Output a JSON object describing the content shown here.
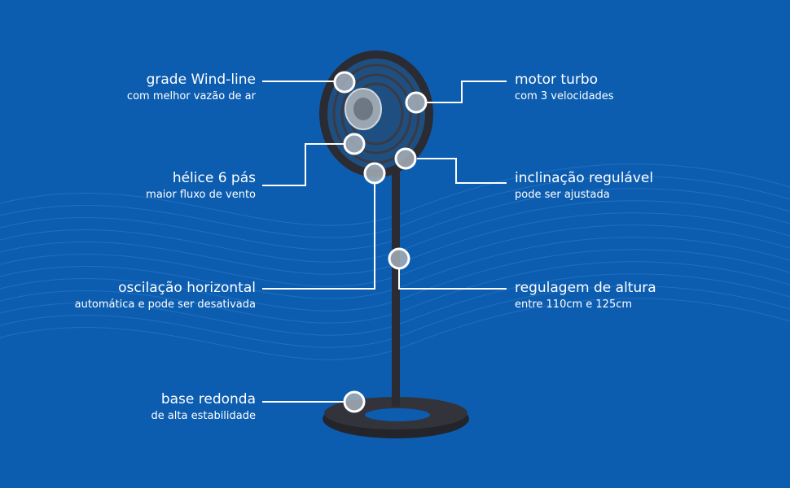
{
  "callouts": {
    "grade": {
      "title": "grade Wind-line",
      "subtitle": "com melhor vazão de ar"
    },
    "helice": {
      "title": "hélice 6 pás",
      "subtitle": "maior fluxo de vento"
    },
    "oscilacao": {
      "title": "oscilação horizontal",
      "subtitle": "automática e pode ser desativada"
    },
    "base": {
      "title": "base redonda",
      "subtitle": "de alta estabilidade"
    },
    "motor": {
      "title": "motor turbo",
      "subtitle": "com 3 velocidades"
    },
    "inclinacao": {
      "title": "inclinação regulável",
      "subtitle": "pode ser ajustada"
    },
    "regulagem": {
      "title": "regulagem de altura",
      "subtitle": "entre 110cm e 125cm"
    }
  },
  "colors": {
    "background": "#0c5db0",
    "fan": "#2b2b33",
    "accent": "#2f86c8"
  }
}
